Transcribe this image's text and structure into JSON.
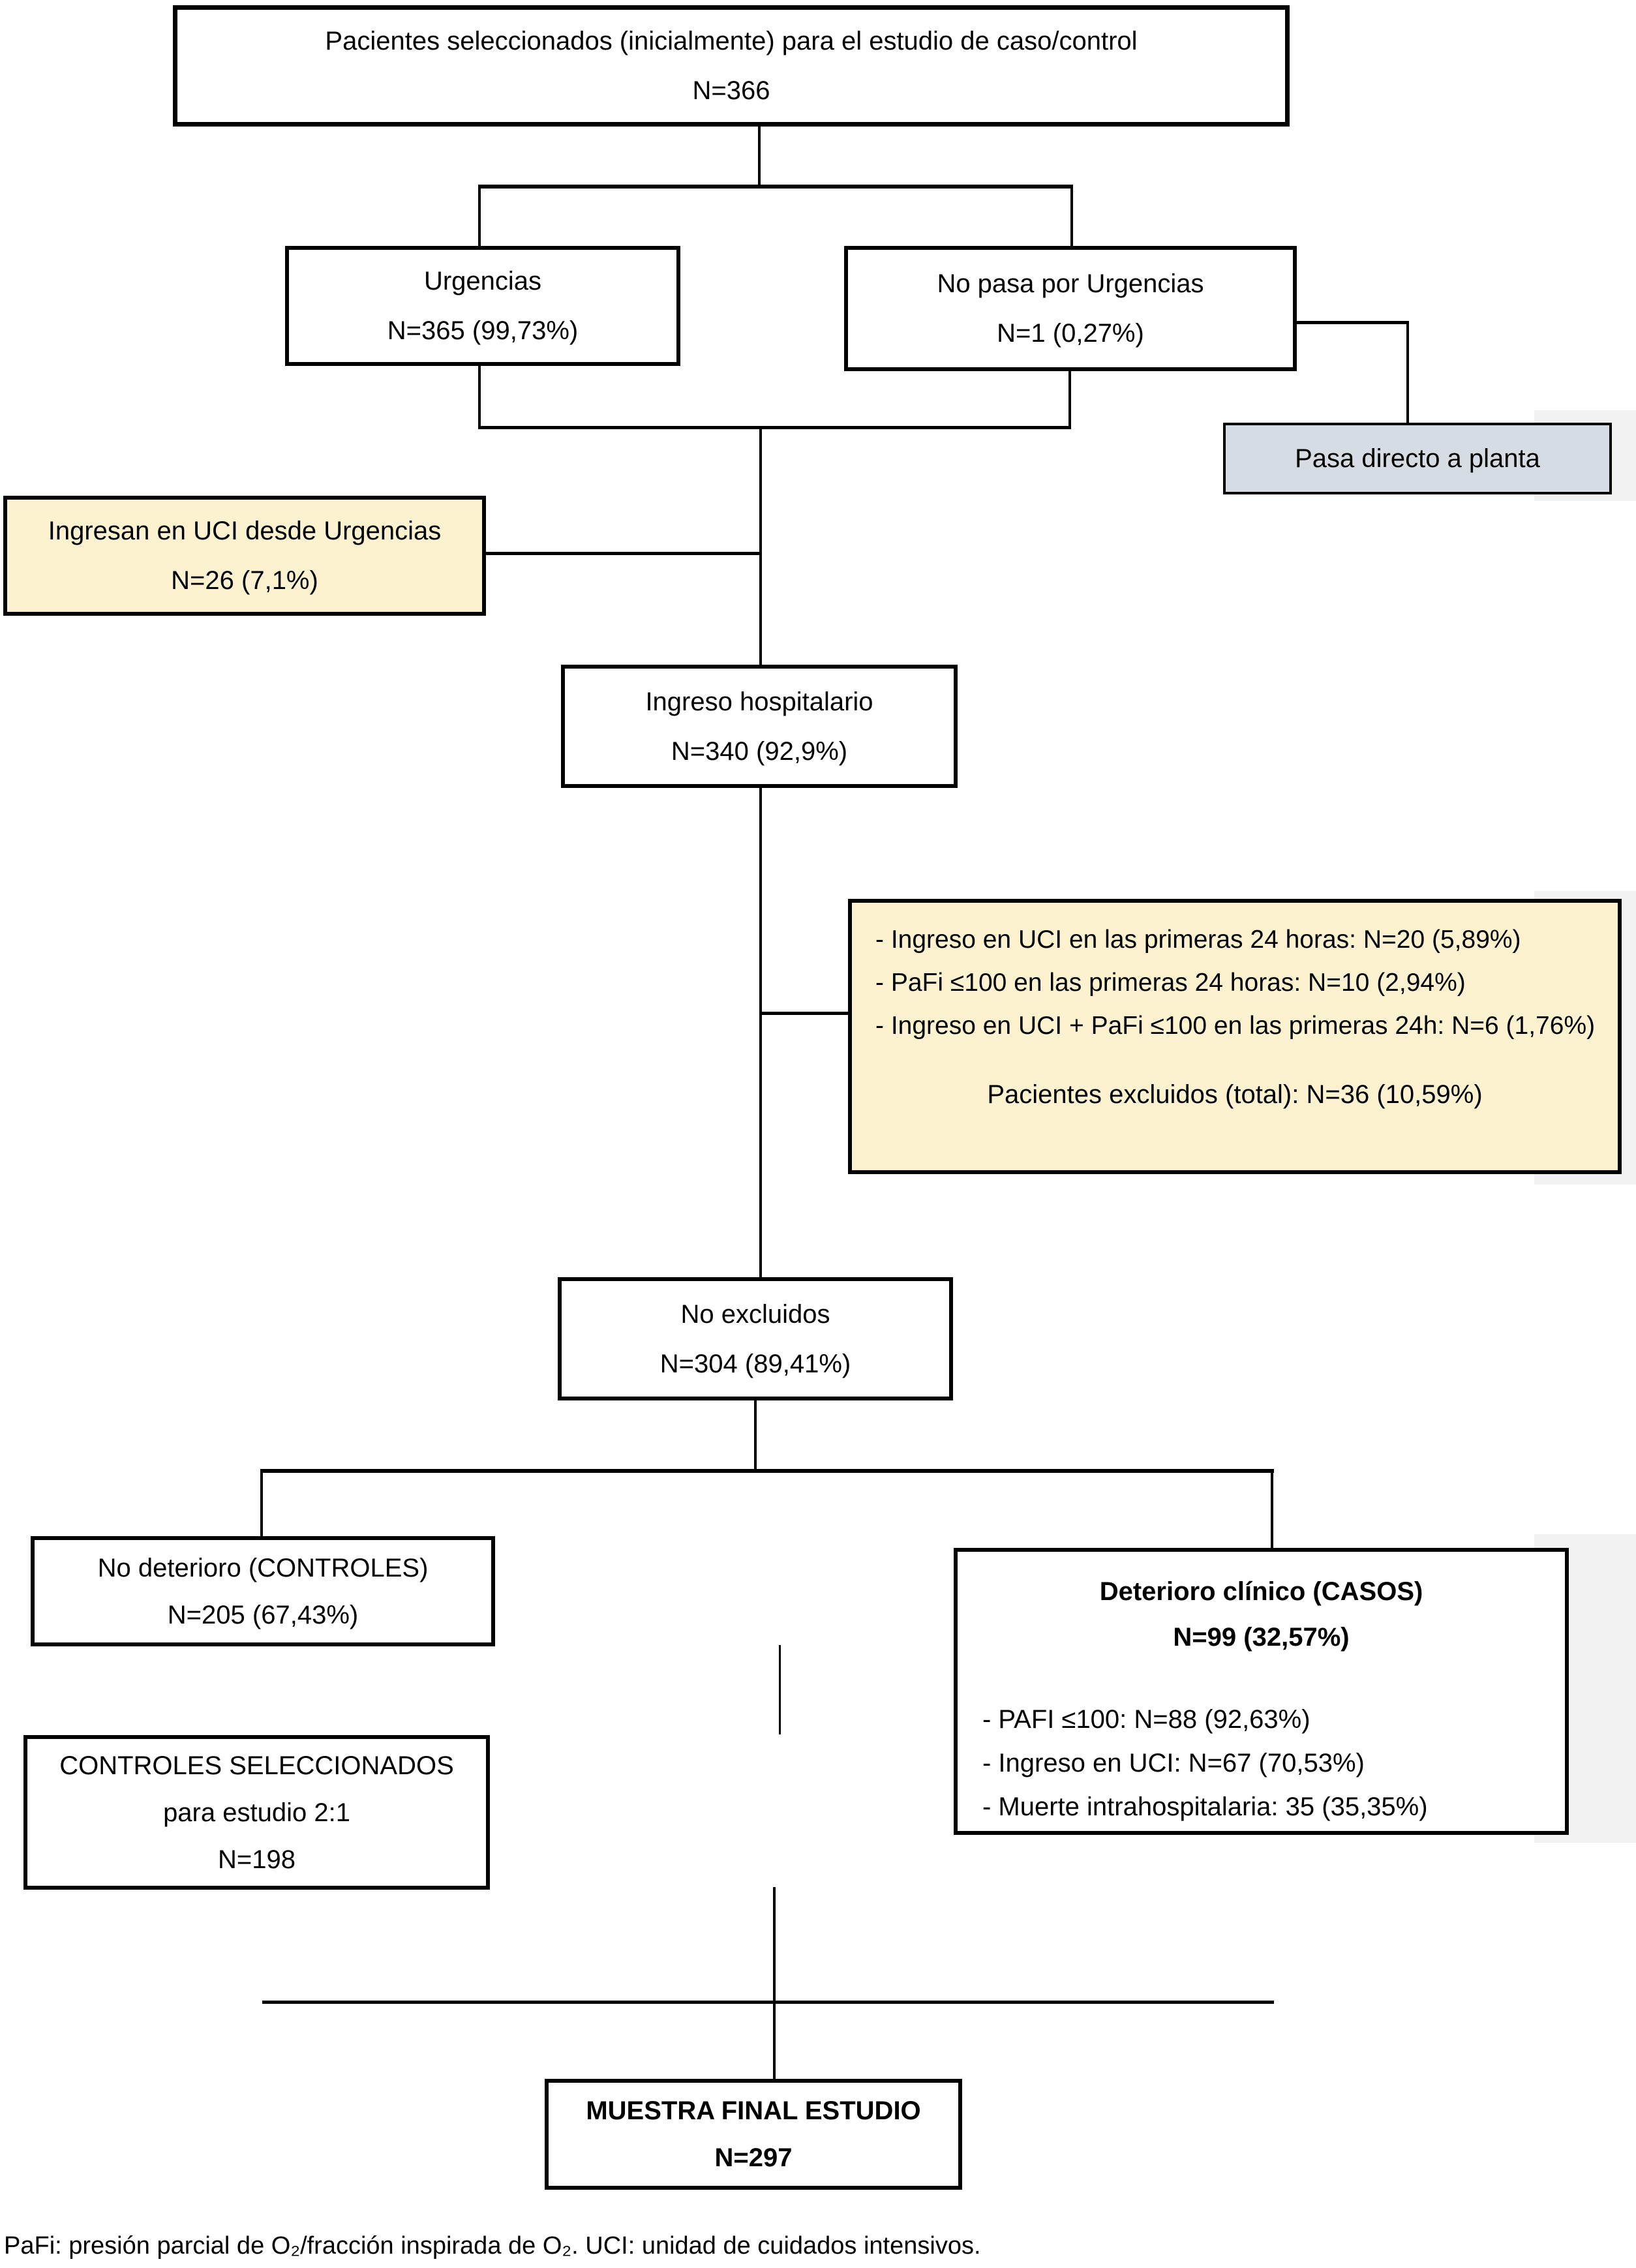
{
  "colors": {
    "box_fill_yellow": "#FDF2CF",
    "box_fill_gray": "#D6DCE4",
    "edge_strip": "#F2F2F2",
    "line": "#000000"
  },
  "boxes": {
    "seleccionados": {
      "title": "Pacientes seleccionados (inicialmente) para el estudio de caso/control",
      "n": "N=366"
    },
    "urgencias": {
      "title": "Urgencias",
      "n": "N=365 (99,73%)"
    },
    "no_pasa_urgencias": {
      "title": "No pasa por Urgencias",
      "n": "N=1 (0,27%)"
    },
    "pasa_directo": {
      "title": "Pasa directo a planta"
    },
    "ingresan_uci": {
      "title": "Ingresan en UCI desde Urgencias",
      "n": "N=26 (7,1%)"
    },
    "ingreso_hospitalario": {
      "title": "Ingreso hospitalario",
      "n": "N=340 (92,9%)"
    },
    "excluidos": {
      "items": [
        "- Ingreso en UCI en las primeras 24 horas: N=20 (5,89%)",
        "- PaFi ≤100 en las primeras 24 horas: N=10 (2,94%)",
        "- Ingreso en UCI + PaFi ≤100 en las primeras 24h: N=6 (1,76%)"
      ],
      "total": "Pacientes excluidos (total): N=36 (10,59%)"
    },
    "no_excluidos": {
      "title": "No excluidos",
      "n": "N=304 (89,41%)"
    },
    "no_deterioro": {
      "title": "No deterioro (CONTROLES)",
      "n": "N=205 (67,43%)"
    },
    "deterioro": {
      "title": "Deterioro clínico (CASOS)",
      "n": "N=99 (32,57%)",
      "items": [
        "- PAFI ≤100: N=88 (92,63%)",
        "- Ingreso en UCI: N=67 (70,53%)",
        "- Muerte intrahospitalaria: 35 (35,35%)"
      ]
    },
    "controles_seleccionados": {
      "line1": "CONTROLES SELECCIONADOS",
      "line2": "para estudio 2:1",
      "line3": "N=198"
    },
    "muestra_final": {
      "title": "MUESTRA FINAL ESTUDIO",
      "n": "N=297"
    }
  },
  "footnote": "PaFi: presión parcial de O₂/fracción inspirada de O₂. UCI: unidad de cuidados intensivos."
}
